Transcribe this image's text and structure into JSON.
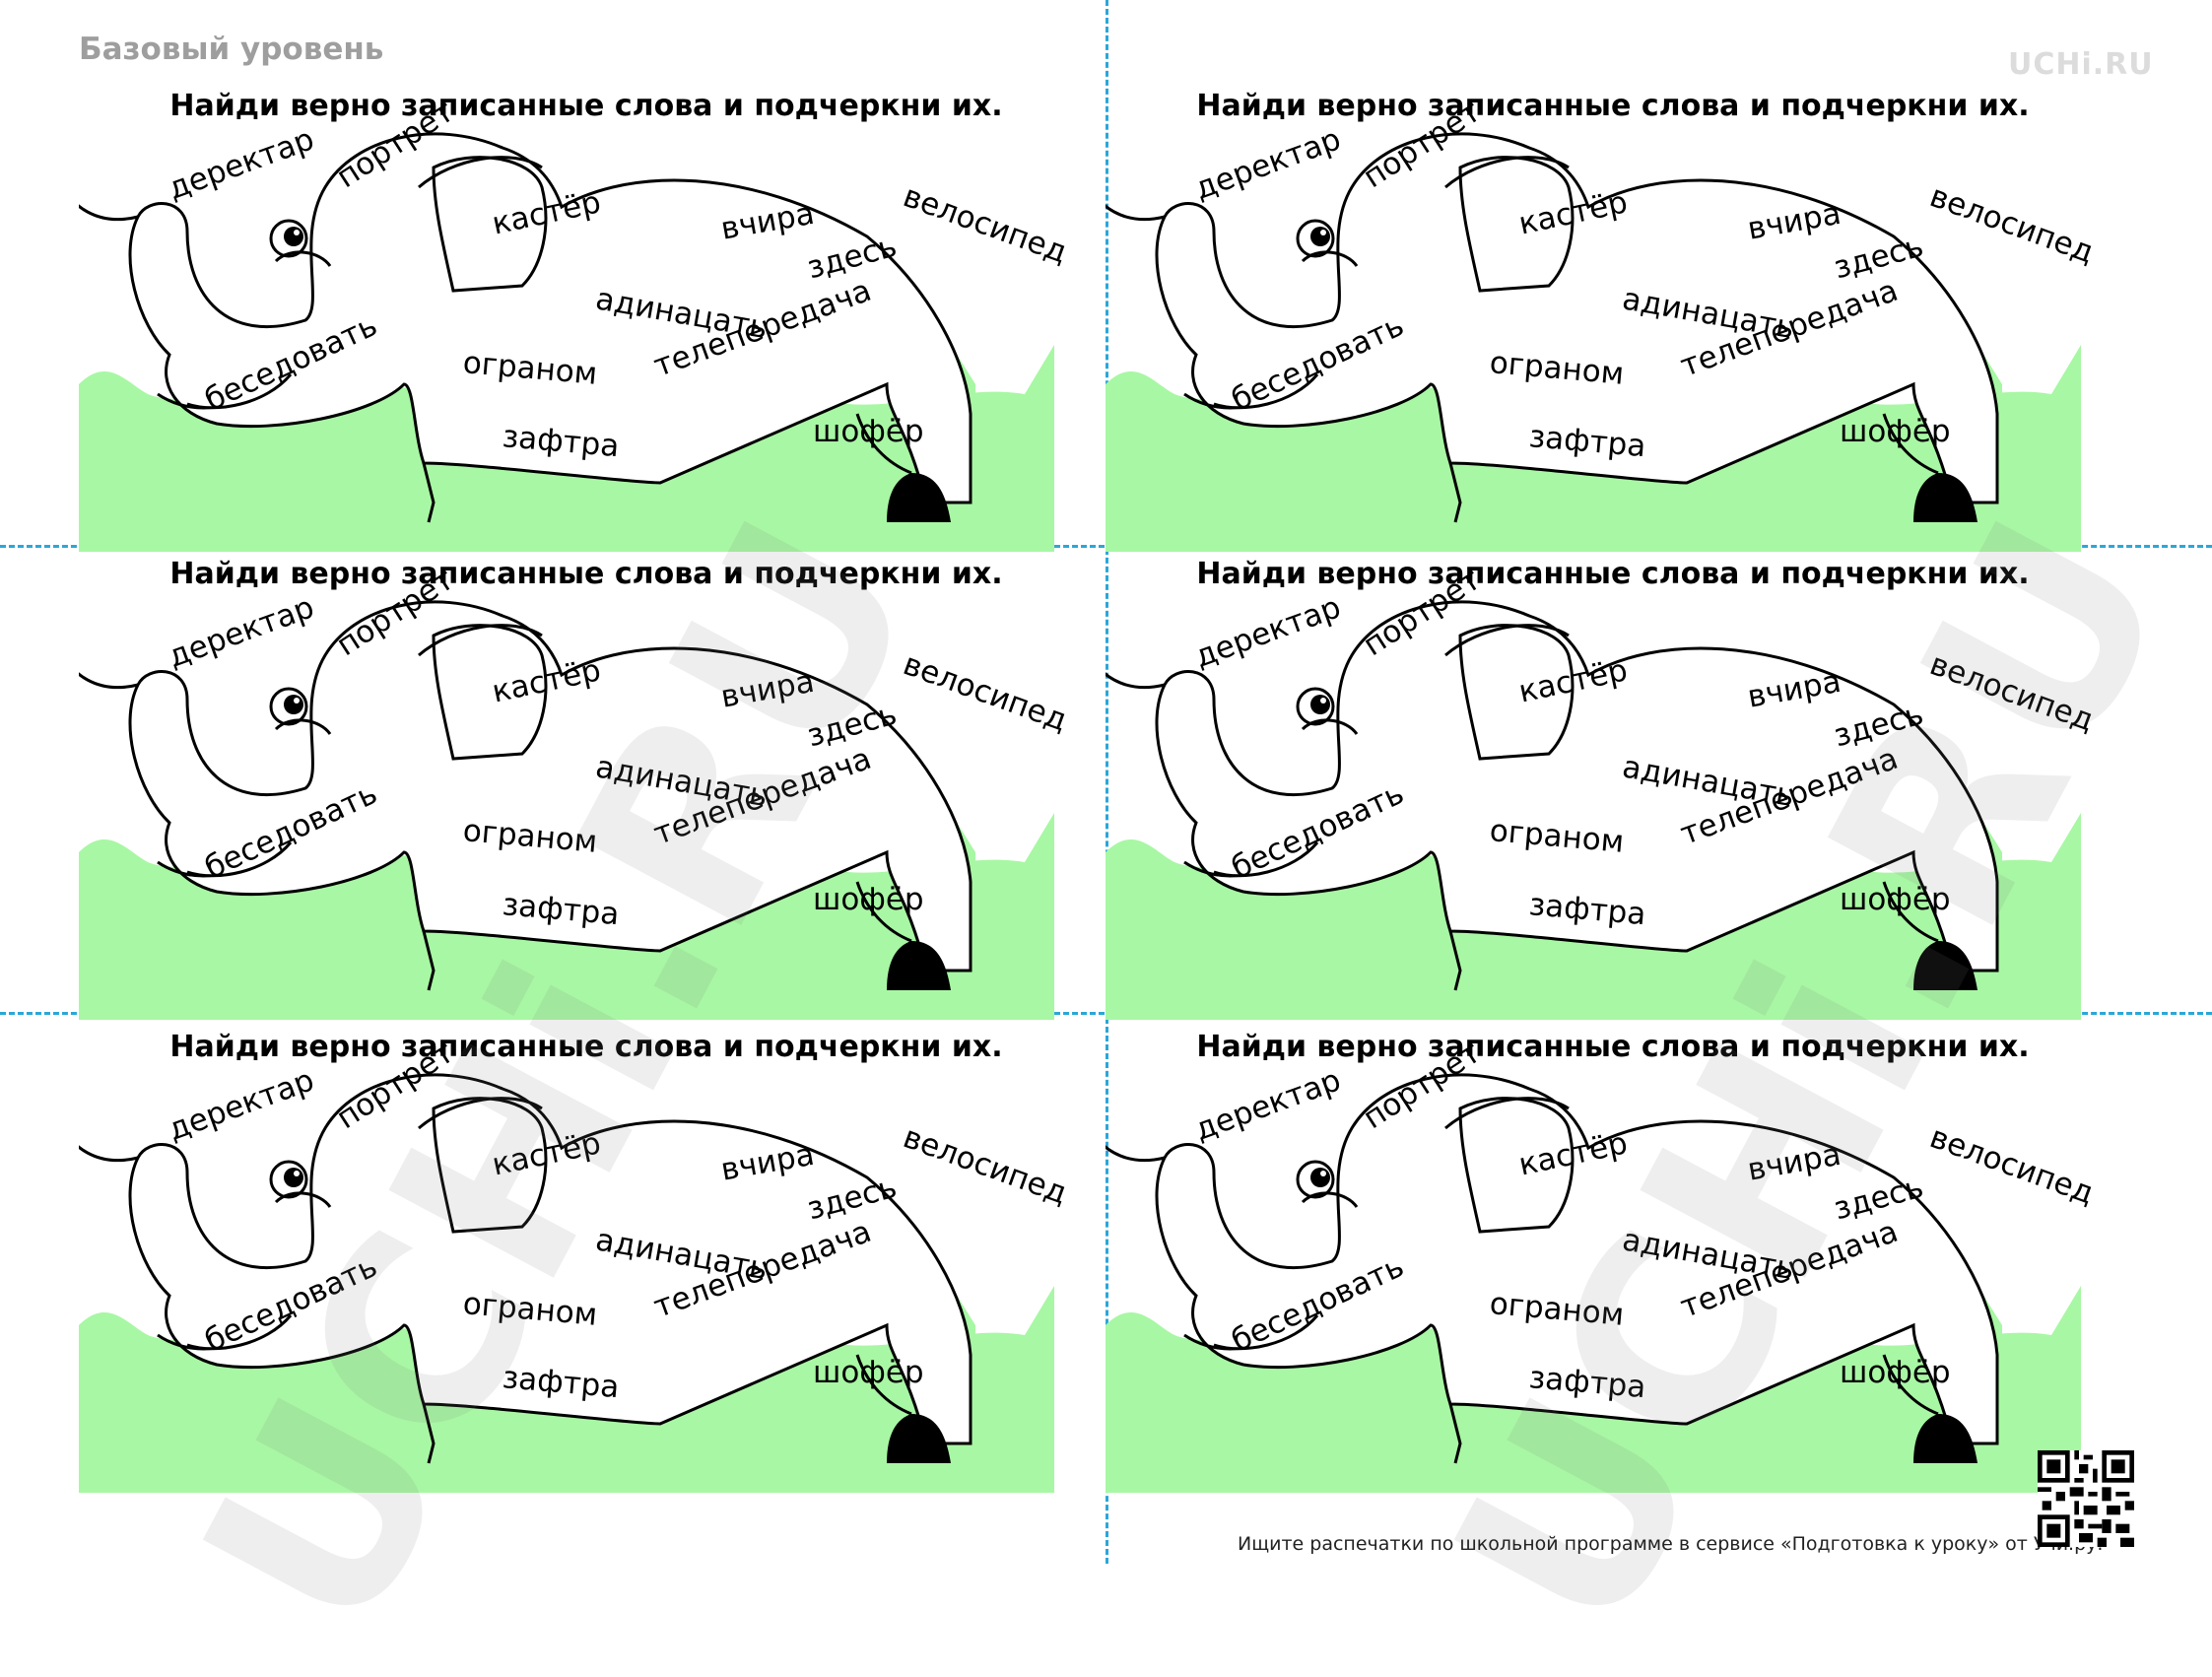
{
  "header": {
    "level": "Базовый уровень",
    "logo": "UCHi.RU"
  },
  "card_title": "Найди верно записанные слова и подчеркни их.",
  "words": [
    "деректар",
    "портрет",
    "кастёр",
    "вчира",
    "велосипед",
    "здесь",
    "адинацать",
    "беседовать",
    "огранoм",
    "телепередача",
    "зафтра",
    "шофёр"
  ],
  "watermark": "UCHi.RU",
  "footer": "Ищите распечатки по школьной программе в сервисе «Подготовка к уроку» от Учи.ру.",
  "colors": {
    "grass": "#a8f7a4",
    "cut_line": "#2aa7d8",
    "level_text": "#9e9e9e"
  },
  "icons": [
    "elephant-illustration",
    "qr-code"
  ]
}
